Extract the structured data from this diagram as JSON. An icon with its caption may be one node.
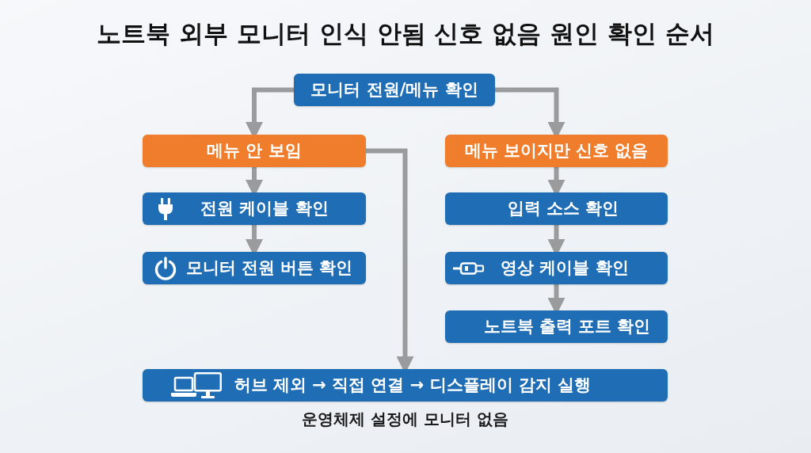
{
  "diagram": {
    "title": "노트북 외부 모니터 인식 안됨 신호 없음 원인 확인 순서",
    "nodes": [
      {
        "text": [
          "모니터 전원/메뉴 확인"
        ]
      },
      {
        "text": [
          "메뉴 안 보임"
        ]
      },
      {
        "text": [
          "메뉴 보이지만 신호 없음"
        ]
      },
      {
        "text": [
          "전원 케이블 확인"
        ]
      },
      {
        "text": [
          "모니터 전원 버튼 확인"
        ]
      },
      {
        "text": [
          "입력 소스 확인"
        ]
      },
      {
        "text": [
          "영상 케이블 확인"
        ]
      },
      {
        "text": [
          "노트북 출력 포트 확인"
        ]
      },
      {
        "text": [
          "허브 제외 → 직접 연결 → 디스플레이 감지 실행"
        ],
        "beside": [
          "운영체제 설정에 모니터 없음"
        ]
      }
    ],
    "edges": [
      {
        "from": 0,
        "to": 1,
        "arrow": "to"
      },
      {
        "from": 0,
        "to": 2,
        "arrow": "to"
      },
      {
        "from": 1,
        "to": 3,
        "arrow": "to"
      },
      {
        "from": 3,
        "to": 4,
        "arrow": "to"
      },
      {
        "from": 2,
        "to": 5,
        "arrow": "to"
      },
      {
        "from": 5,
        "to": 6,
        "arrow": "to"
      },
      {
        "from": 6,
        "to": 7,
        "arrow": "to"
      },
      {
        "from": 1,
        "to": 8,
        "arrow": "to"
      }
    ]
  }
}
